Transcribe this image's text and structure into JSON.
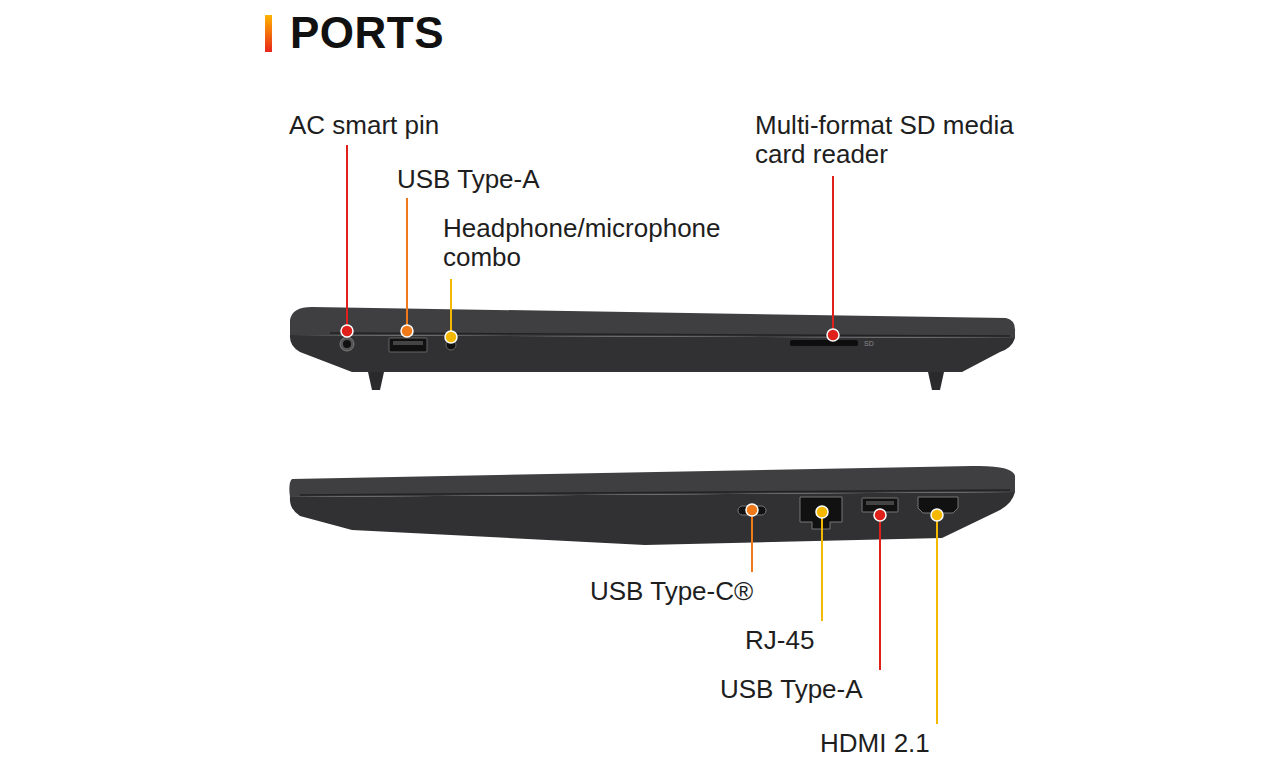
{
  "diagram": {
    "title": "PORTS",
    "labels": [
      "AC smart pin",
      "USB Type-A",
      "Headphone/microphone combo",
      "Multi-format SD media card reader",
      "SD",
      "USB Type-C®",
      "RJ-45",
      "USB Type-A",
      "HDMI 2.1"
    ]
  }
}
